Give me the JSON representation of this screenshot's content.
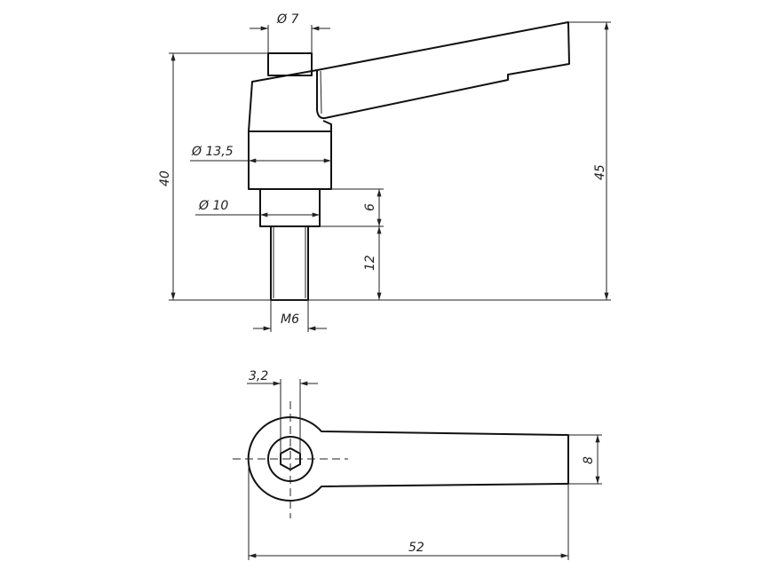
{
  "drawing": {
    "front_view": {
      "dimensions": {
        "pin_diameter": "Ø 7",
        "body_diameter": "Ø 13,5",
        "collar_diameter": "Ø 10",
        "overall_height": "40",
        "lever_height": "45",
        "collar_height": "6",
        "thread_length": "12",
        "thread": "M6"
      }
    },
    "top_view": {
      "dimensions": {
        "hex_socket": "3,2",
        "lever_width": "8",
        "overall_length": "52"
      }
    }
  }
}
